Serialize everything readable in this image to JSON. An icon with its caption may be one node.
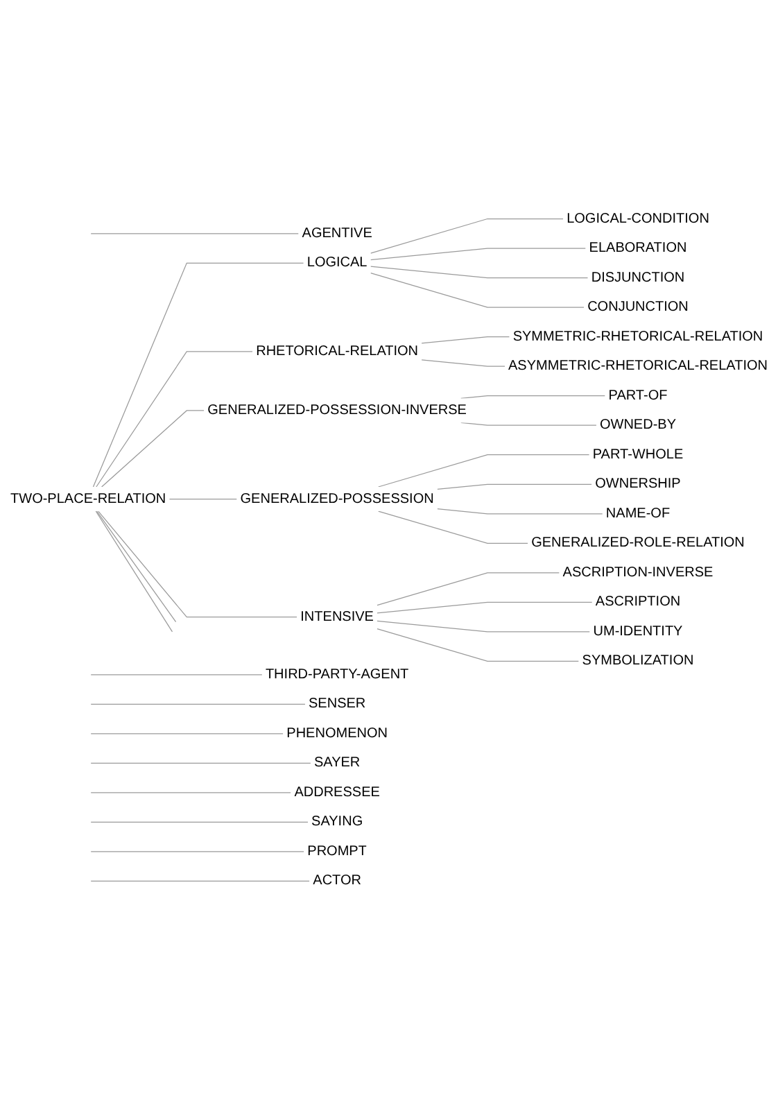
{
  "diagram": {
    "nodes": [
      {
        "text": [
          "TWO-PLACE-RELATION"
        ]
      },
      {
        "text": [
          "LOGICAL"
        ]
      },
      {
        "text": [
          "LOGICAL-CONDITION"
        ]
      },
      {
        "text": [
          "ELABORATION"
        ]
      },
      {
        "text": [
          "DISJUNCTION"
        ]
      },
      {
        "text": [
          "CONJUNCTION"
        ]
      },
      {
        "text": [
          "RHETORICAL-RELATION"
        ]
      },
      {
        "text": [
          "SYMMETRIC-RHETORICAL-RELATION"
        ]
      },
      {
        "text": [
          "ASYMMETRIC-RHETORICAL-RELATION"
        ]
      },
      {
        "text": [
          "GENERALIZED-POSSESSION-INVERSE"
        ]
      },
      {
        "text": [
          "PART-OF"
        ]
      },
      {
        "text": [
          "OWNED-BY"
        ]
      },
      {
        "text": [
          "PART-WHOLE"
        ]
      },
      {
        "text": [
          "OWNERSHIP"
        ]
      },
      {
        "text": [
          "NAME-OF"
        ]
      },
      {
        "text": [
          "GENERALIZED-ROLE-RELATION"
        ]
      },
      {
        "text": [
          "GENERALIZED-POSSESSION"
        ]
      },
      {
        "text": [
          "ASCRIPTION-INVERSE"
        ]
      },
      {
        "text": [
          "ASCRIPTION"
        ]
      },
      {
        "text": [
          "UM-IDENTITY"
        ]
      },
      {
        "text": [
          "SYMBOLIZATION"
        ]
      },
      {
        "text": [
          "INTENSIVE"
        ]
      },
      {
        "text": [
          "AGENTIVE"
        ]
      },
      {
        "text": [
          "THIRD-PARTY-AGENT"
        ]
      },
      {
        "text": [
          "SENSER"
        ]
      },
      {
        "text": [
          "PHENOMENON"
        ]
      },
      {
        "text": [
          "SAYER"
        ]
      },
      {
        "text": [
          "ADDRESSEE"
        ]
      },
      {
        "text": [
          "SAYING"
        ]
      },
      {
        "text": [
          "PROMPT"
        ]
      },
      {
        "text": [
          "ACTOR"
        ]
      }
    ],
    "edges": [
      {
        "from": 0,
        "to": 1,
        "arrow": "none"
      },
      {
        "from": 0,
        "to": 6,
        "arrow": "none"
      },
      {
        "from": 0,
        "to": 9,
        "arrow": "none"
      },
      {
        "from": 0,
        "to": 16,
        "arrow": "none"
      },
      {
        "from": 0,
        "to": 21,
        "arrow": "none"
      },
      {
        "from": 0,
        "to": null,
        "arrow": "none"
      },
      {
        "from": 0,
        "to": null,
        "arrow": "none"
      },
      {
        "from": 1,
        "to": 2,
        "arrow": "none"
      },
      {
        "from": 1,
        "to": 3,
        "arrow": "none"
      },
      {
        "from": 1,
        "to": 4,
        "arrow": "none"
      },
      {
        "from": 1,
        "to": 5,
        "arrow": "none"
      },
      {
        "from": 6,
        "to": 7,
        "arrow": "none"
      },
      {
        "from": 6,
        "to": 8,
        "arrow": "none"
      },
      {
        "from": 9,
        "to": 10,
        "arrow": "none"
      },
      {
        "from": 9,
        "to": 11,
        "arrow": "none"
      },
      {
        "from": 16,
        "to": 12,
        "arrow": "none"
      },
      {
        "from": 16,
        "to": 13,
        "arrow": "none"
      },
      {
        "from": 16,
        "to": 14,
        "arrow": "none"
      },
      {
        "from": 16,
        "to": 15,
        "arrow": "none"
      },
      {
        "from": 21,
        "to": 17,
        "arrow": "none"
      },
      {
        "from": 21,
        "to": 18,
        "arrow": "none"
      },
      {
        "from": 21,
        "to": 19,
        "arrow": "none"
      },
      {
        "from": 21,
        "to": 20,
        "arrow": "none"
      },
      {
        "from": null,
        "to": 22,
        "arrow": "none"
      },
      {
        "from": null,
        "to": 23,
        "arrow": "none"
      },
      {
        "from": null,
        "to": 24,
        "arrow": "none"
      },
      {
        "from": null,
        "to": 25,
        "arrow": "none"
      },
      {
        "from": null,
        "to": 26,
        "arrow": "none"
      },
      {
        "from": null,
        "to": 27,
        "arrow": "none"
      },
      {
        "from": null,
        "to": 28,
        "arrow": "none"
      },
      {
        "from": null,
        "to": 29,
        "arrow": "none"
      },
      {
        "from": null,
        "to": 30,
        "arrow": "none"
      }
    ]
  }
}
